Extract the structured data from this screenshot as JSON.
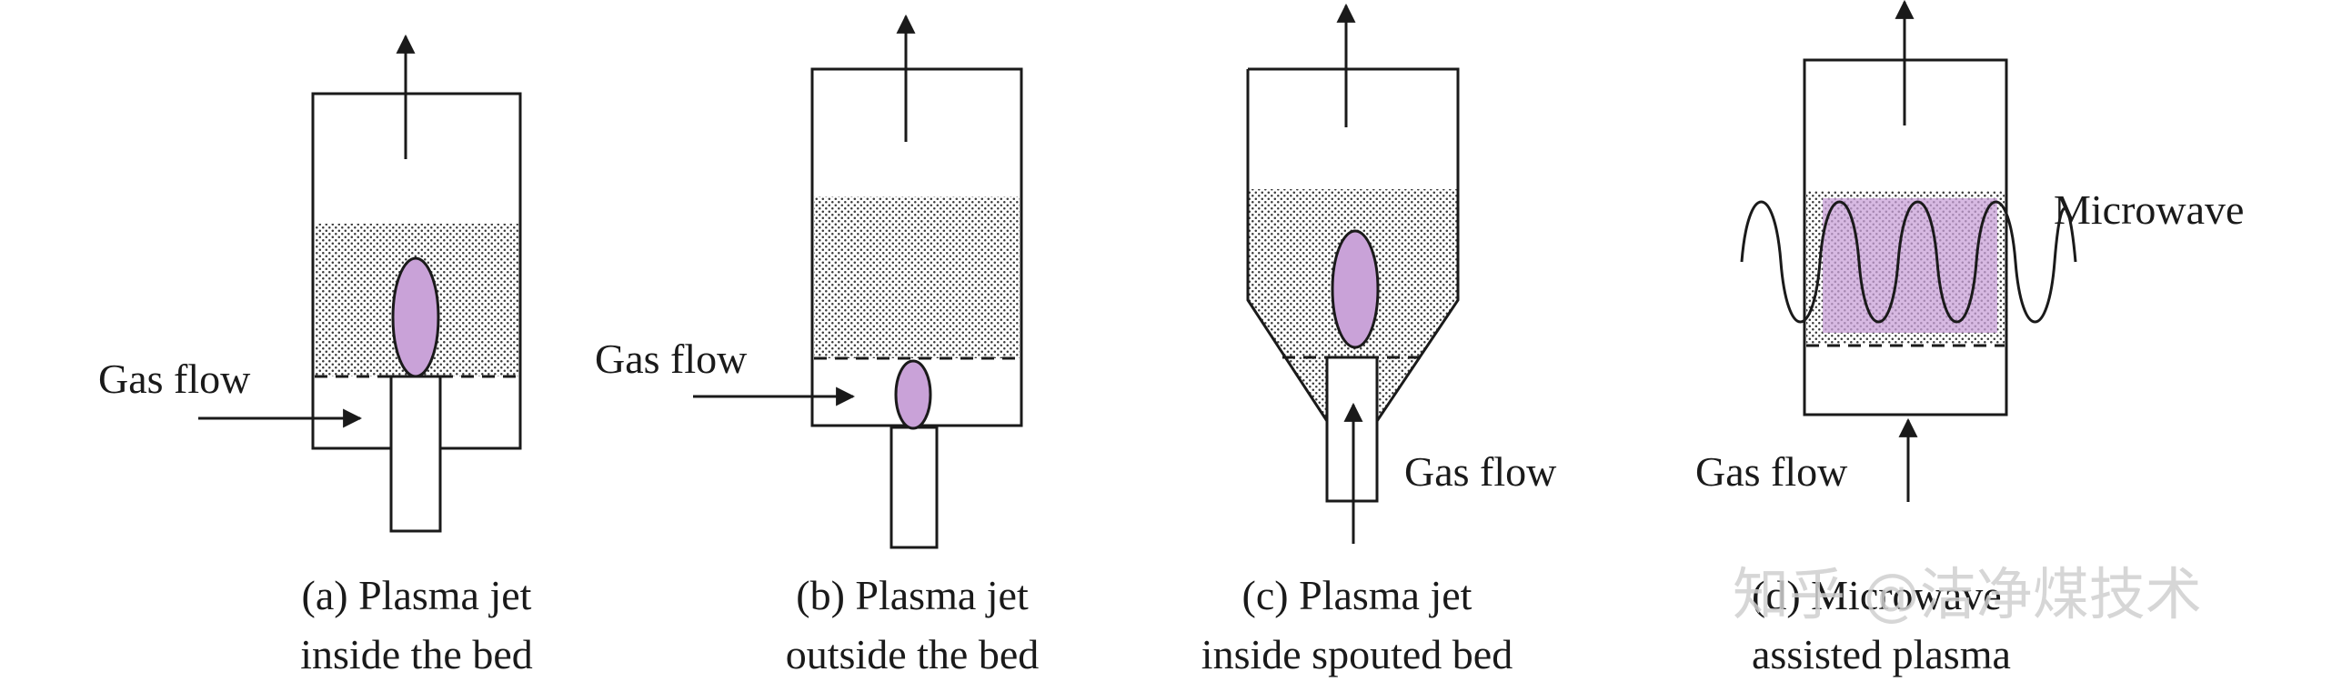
{
  "panels": [
    {
      "id": "a",
      "gas_label": "Gas flow",
      "caption_line1": "(a) Plasma jet",
      "caption_line2": "inside the bed"
    },
    {
      "id": "b",
      "gas_label": "Gas flow",
      "caption_line1": "(b) Plasma jet",
      "caption_line2": "outside the bed"
    },
    {
      "id": "c",
      "gas_label": "Gas flow",
      "caption_line1": "(c) Plasma jet",
      "caption_line2": "inside spouted bed"
    },
    {
      "id": "d",
      "gas_label": "Gas flow",
      "microwave_label": "Microwave",
      "caption_line1": "(d) Microwave",
      "caption_line2": "assisted plasma"
    }
  ],
  "watermark": "知乎 @洁净煤技术",
  "colors": {
    "plasma": "#c9a2d8",
    "line": "#1a1a1a",
    "particles": "#3a3a3a"
  }
}
